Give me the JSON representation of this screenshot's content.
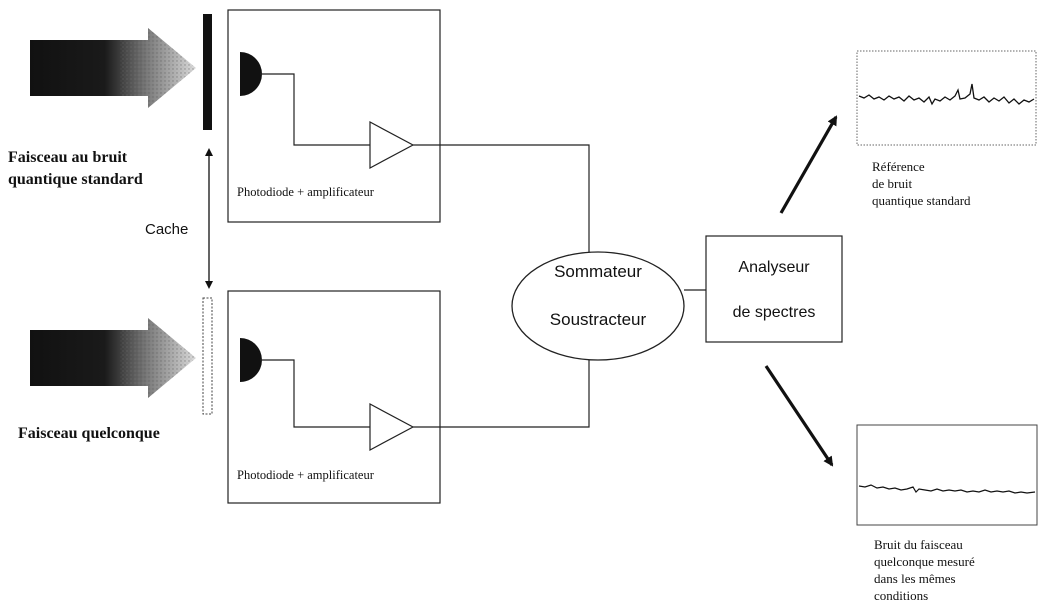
{
  "beams": {
    "top_label_line1": "Faisceau au bruit",
    "top_label_line2": "quantique standard",
    "bottom_label": "Faisceau quelconque",
    "shutter_label": "Cache"
  },
  "detectors": {
    "top_label": "Photodiode + amplificateur",
    "bottom_label": "Photodiode + amplificateur"
  },
  "combiner": {
    "line1": "Sommateur",
    "line2": "Soustracteur"
  },
  "analyzer": {
    "line1": "Analyseur",
    "line2": "de spectres"
  },
  "outputs": {
    "reference_lines": [
      "Référence",
      "de bruit",
      "quantique standard"
    ],
    "measured_lines": [
      "Bruit du faisceau",
      "quelconque mesuré",
      "dans les mêmes",
      "conditions"
    ]
  },
  "colors": {
    "ink": "#111111",
    "arrow_dark": "#111111",
    "arrow_light": "#d8d8d8"
  }
}
